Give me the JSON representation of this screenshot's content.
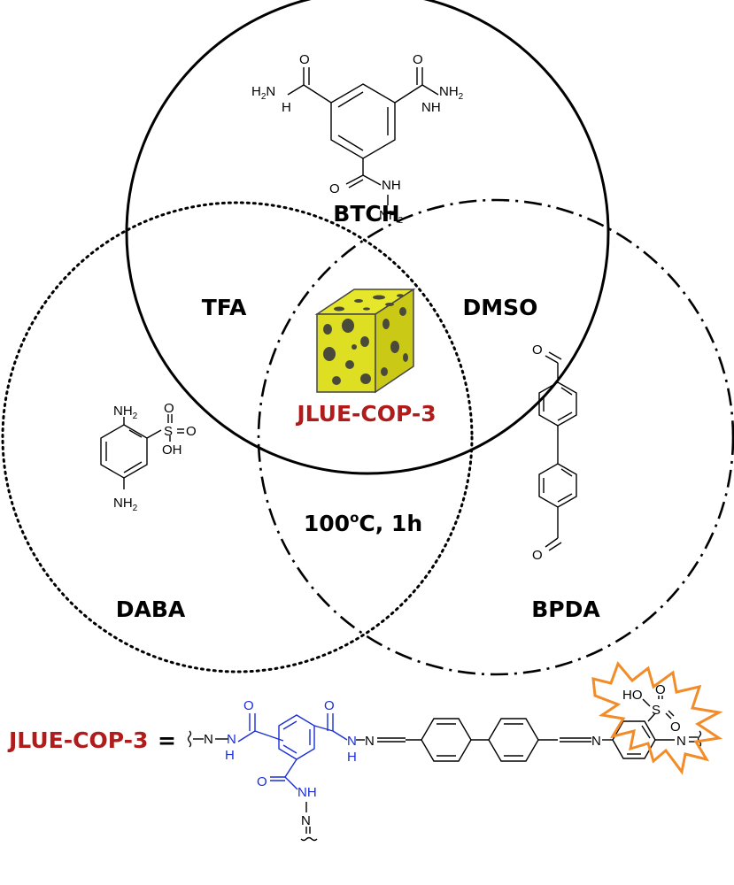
{
  "sets": {
    "btch": "BTCH",
    "daba": "DABA",
    "bpda": "BPDA"
  },
  "overlaps": {
    "btch_daba": "TFA",
    "btch_bpda": "DMSO",
    "daba_bpda_main": "100",
    "daba_bpda_sup": "o",
    "daba_bpda_tail": "C, 1h",
    "center": "JLUE-COP-3"
  },
  "formula": {
    "name": "JLUE-COP-3",
    "equals": "="
  },
  "atoms": {
    "h2n": "H",
    "two": "2",
    "n": "N",
    "nh": "NH",
    "h": "H",
    "nh2": "NH",
    "o": "O",
    "s": "S",
    "oh": "OH",
    "ho": "HO"
  },
  "colors": {
    "title_red": "#b01c1c",
    "linker_blue": "#1a2fd6",
    "cube_yellow": "#e6e62a",
    "burst_orange": "#f28c28"
  }
}
